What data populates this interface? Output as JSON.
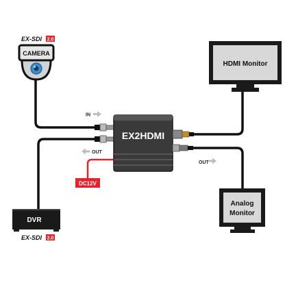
{
  "logos": {
    "camera_logo": {
      "main": "EX-SDI",
      "badge": "2.0"
    },
    "dvr_logo": {
      "main": "EX-SDI",
      "badge": "2.0"
    }
  },
  "camera": {
    "label": "CAMERA",
    "lens_icon": "camera-lens-icon"
  },
  "device": {
    "label": "EX2HDMI"
  },
  "labels": {
    "in": "IN",
    "out_left": "OUT",
    "out_right": "OUT",
    "power": "DC12V"
  },
  "dvr": {
    "label": "DVR"
  },
  "hdmi_monitor": {
    "label": "HDMI Monitor"
  },
  "analog_monitor": {
    "line1": "Analog",
    "line2": "Monitor"
  },
  "colors": {
    "power": "#e2252b",
    "badge": "#e2252b",
    "lens": "#3a8fd0",
    "device": "#3a3a3a",
    "arrow": "#bdbdbd",
    "screen": "#d8d8d8"
  }
}
